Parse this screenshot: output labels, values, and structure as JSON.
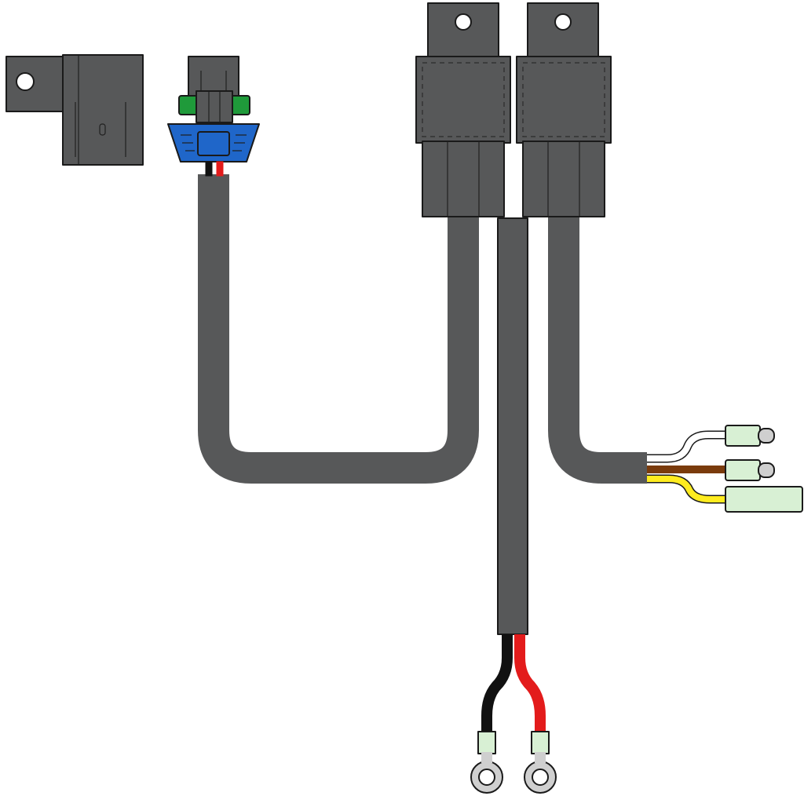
{
  "colors": {
    "background": "#ffffff",
    "housing": "#575859",
    "housing_dark": "#4a4b4c",
    "outline": "#1a1a1a",
    "connector_blue": "#1f66c9",
    "connector_green": "#1f9a3a",
    "terminal_green": "#d8f0d4",
    "ring_terminal": "#cfcfcf",
    "wire_black": "#111111",
    "wire_red": "#e31b1b",
    "wire_white": "#ffffff",
    "wire_brown": "#7a3b0c",
    "wire_yellow": "#ffec1f"
  },
  "components": {
    "fuse_holder": {
      "icon": "fuse-holder-icon"
    },
    "headlight_connector": {
      "icon": "weatherpack-connector-icon",
      "wires": [
        "black",
        "red"
      ]
    },
    "relays": [
      {
        "icon": "relay-icon"
      },
      {
        "icon": "relay-icon"
      }
    ],
    "power_lead": {
      "wires": [
        "black",
        "red"
      ],
      "terminals": [
        "ring-terminal-icon",
        "ring-terminal-icon"
      ]
    },
    "switch_leads": {
      "wires": [
        "white",
        "brown",
        "yellow"
      ],
      "terminals": [
        "bullet-terminal-icon",
        "bullet-terminal-icon",
        "spade-terminal-icon"
      ]
    }
  }
}
